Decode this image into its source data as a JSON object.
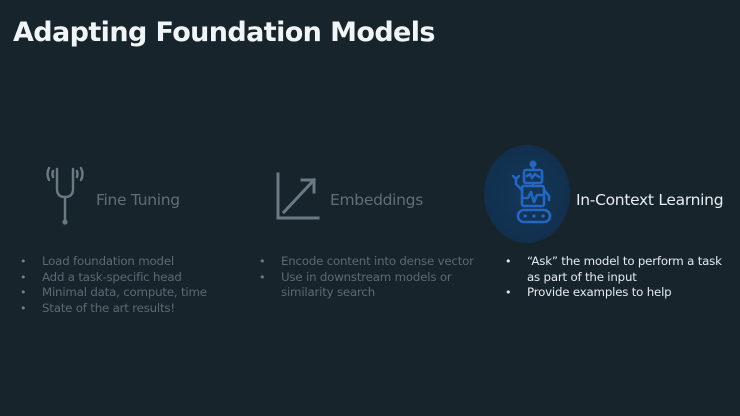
{
  "slide": {
    "title": "Adapting Foundation Models",
    "background_color": "#17242b",
    "columns": [
      {
        "heading": "Fine Tuning",
        "icon": "tuning-fork-icon",
        "active": false,
        "bullets": [
          "Load foundation model",
          "Add a task-specific head",
          "Minimal data, compute, time",
          "State of the art results!"
        ]
      },
      {
        "heading": "Embeddings",
        "icon": "vector-arrow-icon",
        "active": false,
        "bullets": [
          "Encode content into dense vector",
          "Use in downstream models or similarity search"
        ]
      },
      {
        "heading": "In-Context Learning",
        "icon": "robot-icon",
        "active": true,
        "accent_color": "#1f5fae",
        "bullets": [
          "“Ask” the model to perform a task as part of the input",
          "Provide examples to help"
        ]
      }
    ]
  }
}
